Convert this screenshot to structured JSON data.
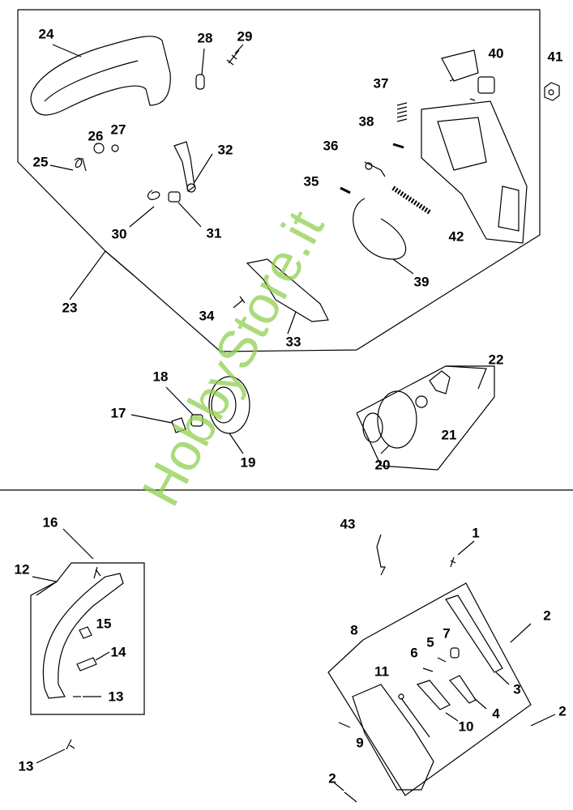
{
  "watermark": "HobbyStore.it",
  "labels": {
    "p24": "24",
    "p28": "28",
    "p29": "29",
    "p40": "40",
    "p41": "41",
    "p37": "37",
    "p38": "38",
    "p26": "26",
    "p27": "27",
    "p25": "25",
    "p32": "32",
    "p36": "36",
    "p35": "35",
    "p30": "30",
    "p31": "31",
    "p42": "42",
    "p39": "39",
    "p23": "23",
    "p34": "34",
    "p33": "33",
    "p22": "22",
    "p18": "18",
    "p17": "17",
    "p21": "21",
    "p19": "19",
    "p20": "20",
    "p16": "16",
    "p43": "43",
    "p1": "1",
    "p12": "12",
    "p2a": "2",
    "p15": "15",
    "p7": "7",
    "p8": "8",
    "p5": "5",
    "p6": "6",
    "p14": "14",
    "p11": "11",
    "p3": "3",
    "p13a": "13",
    "p4": "4",
    "p10": "10",
    "p2b": "2",
    "p9": "9",
    "p13b": "13",
    "p2c": "2"
  }
}
